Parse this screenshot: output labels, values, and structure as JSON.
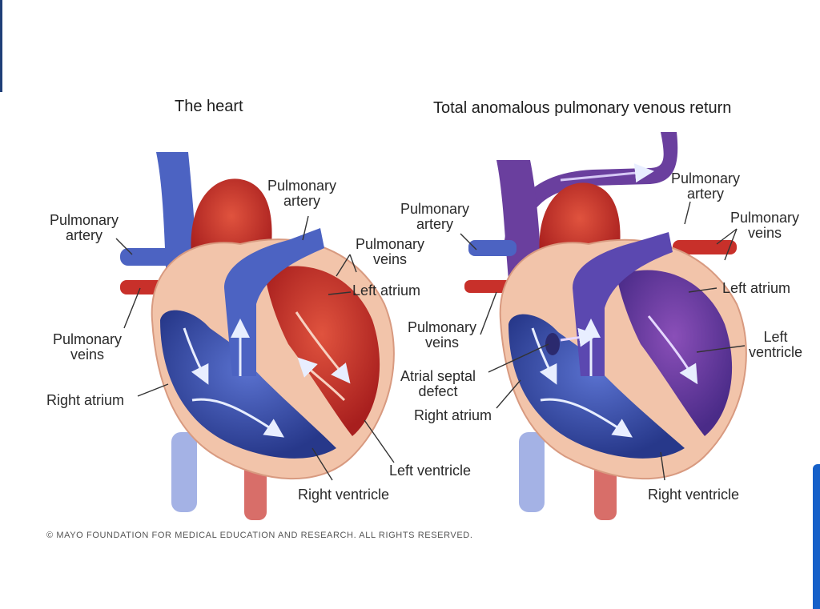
{
  "diagram": {
    "panels": [
      {
        "title": "The heart"
      },
      {
        "title": "Total anomalous pulmonary venous return"
      }
    ],
    "labels": {
      "normal": {
        "pulmonary_artery_left": [
          "Pulmonary",
          "artery"
        ],
        "pulmonary_artery_top": [
          "Pulmonary",
          "artery"
        ],
        "pulmonary_veins_top": [
          "Pulmonary",
          "veins"
        ],
        "left_atrium": "Left atrium",
        "pulmonary_veins_left": [
          "Pulmonary",
          "veins"
        ],
        "right_atrium": "Right atrium",
        "left_ventricle": "Left ventricle",
        "right_ventricle": "Right ventricle"
      },
      "tapvr": {
        "pulmonary_artery_left": [
          "Pulmonary",
          "artery"
        ],
        "pulmonary_artery_top": [
          "Pulmonary",
          "artery"
        ],
        "pulmonary_veins_right": [
          "Pulmonary",
          "veins"
        ],
        "left_atrium": "Left atrium",
        "left_ventricle": [
          "Left",
          "ventricle"
        ],
        "pulmonary_veins_mid": [
          "Pulmonary",
          "veins"
        ],
        "atrial_septal_defect": [
          "Atrial septal",
          "defect"
        ],
        "right_atrium": "Right atrium",
        "right_ventricle": "Right ventricle"
      }
    },
    "copyright": "© MAYO FOUNDATION FOR MEDICAL EDUCATION AND RESEARCH. ALL RIGHTS RESERVED."
  },
  "colors": {
    "oxygenated": "#c8302a",
    "deoxygenated": "#3a4fa8",
    "mixed": "#6a3f9e",
    "wall": "#f2c4aa",
    "edge_accent": "#1560c9"
  }
}
